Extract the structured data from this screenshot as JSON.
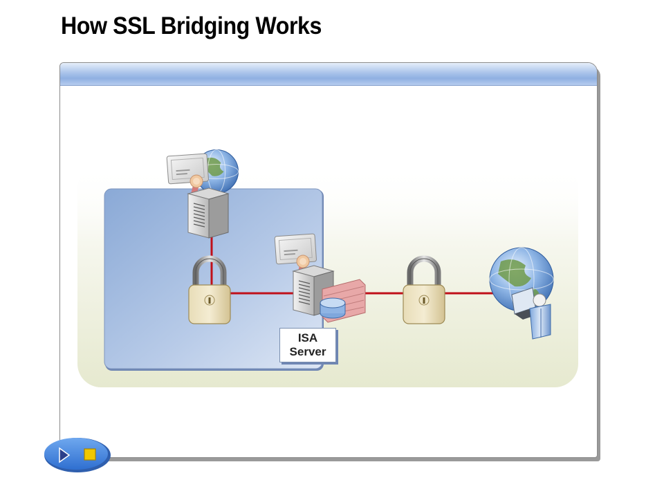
{
  "slide": {
    "title": "How SSL Bridging Works"
  },
  "diagram": {
    "isa_label": {
      "line1": "ISA",
      "line2": "Server"
    },
    "nodes": [
      {
        "icon": "web-server-icon"
      },
      {
        "icon": "isa-server-icon"
      },
      {
        "icon": "internet-client-icon"
      }
    ],
    "locks": [
      {
        "icon": "padlock-icon"
      },
      {
        "icon": "padlock-icon"
      }
    ],
    "connection_color": "#c0101a"
  },
  "navigation": {
    "play_icon": "play-icon",
    "stop_icon": "stop-icon"
  },
  "colors": {
    "header_blue": "#9cb8e6",
    "network_zone": "#9db7dc",
    "backdrop": "#eceedd"
  }
}
